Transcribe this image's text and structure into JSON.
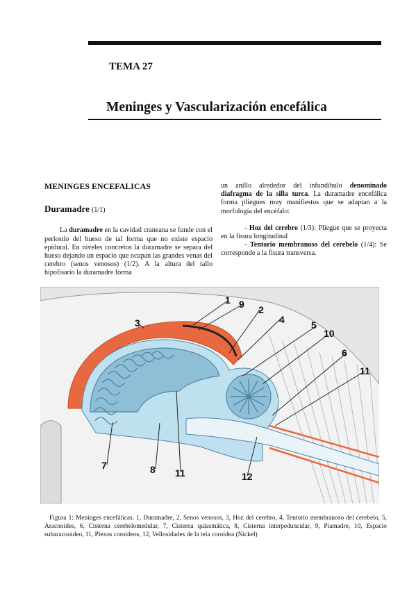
{
  "chapter": "TEMA 27",
  "title": "Meninges y Vascularización encefálica",
  "left_column": {
    "heading": "MENINGES ENCEFALICAS",
    "subheading": "Duramadre",
    "subheading_ref": "(1/1)",
    "p1": [
      "La ",
      "duramadre",
      " en la cavidad craneana se funde con el periostio del hueso de tal forma que no existe espacio epidural. En niveles concretos la duramadre se separa del hueso dejando un espacio que ocupan las grandes venas del cerebro (senos venosos) (1/2). A la altura del tallo hipofisario la duramadre forma"
    ]
  },
  "right_column": {
    "p1": [
      "un anillo alrededor del infundíbulo ",
      "denominado diafragma de la silla turca",
      ". La duramadre encefálica forma pliegues muy manifiestos que se adaptan a la morfología del encéfalo:"
    ],
    "item1": [
      "- ",
      "Hoz del cerebro",
      " (1/3): Pliegue que se proyecta en la fisura longitudinal"
    ],
    "item2": [
      "- ",
      "Tentorio membranoso del cerebelo",
      " (1/4): Se corresponde a la fisura transversa."
    ]
  },
  "figure": {
    "labels": [
      "1",
      "9",
      "2",
      "3",
      "4",
      "5",
      "10",
      "6",
      "11",
      "7",
      "8",
      "11",
      "12"
    ],
    "colors": {
      "dura": "#e8693f",
      "dura_dark": "#c44a25",
      "csf": "#bfe0ee",
      "brain": "#8fbfd6",
      "brain_dark": "#4f87a8",
      "bone": "#e8e8e8",
      "line": "#222222"
    }
  },
  "caption": "Figura 1: Meninges encefálicas. 1, Duramadre, 2, Senos venosos, 3, Hoz del cerebro, 4, Tentorio membranoso del cerebelo, 5, Aracnoides, 6, Cisterna cerebelomedular, 7, Cisterna quiasmática, 8, Cisterna interpeduncular, 9, Piamadre, 10, Espacio subaracnoideo, 11, Plexos coroideos, 12, Vellosidades de la tela coroidea (Nickel)"
}
